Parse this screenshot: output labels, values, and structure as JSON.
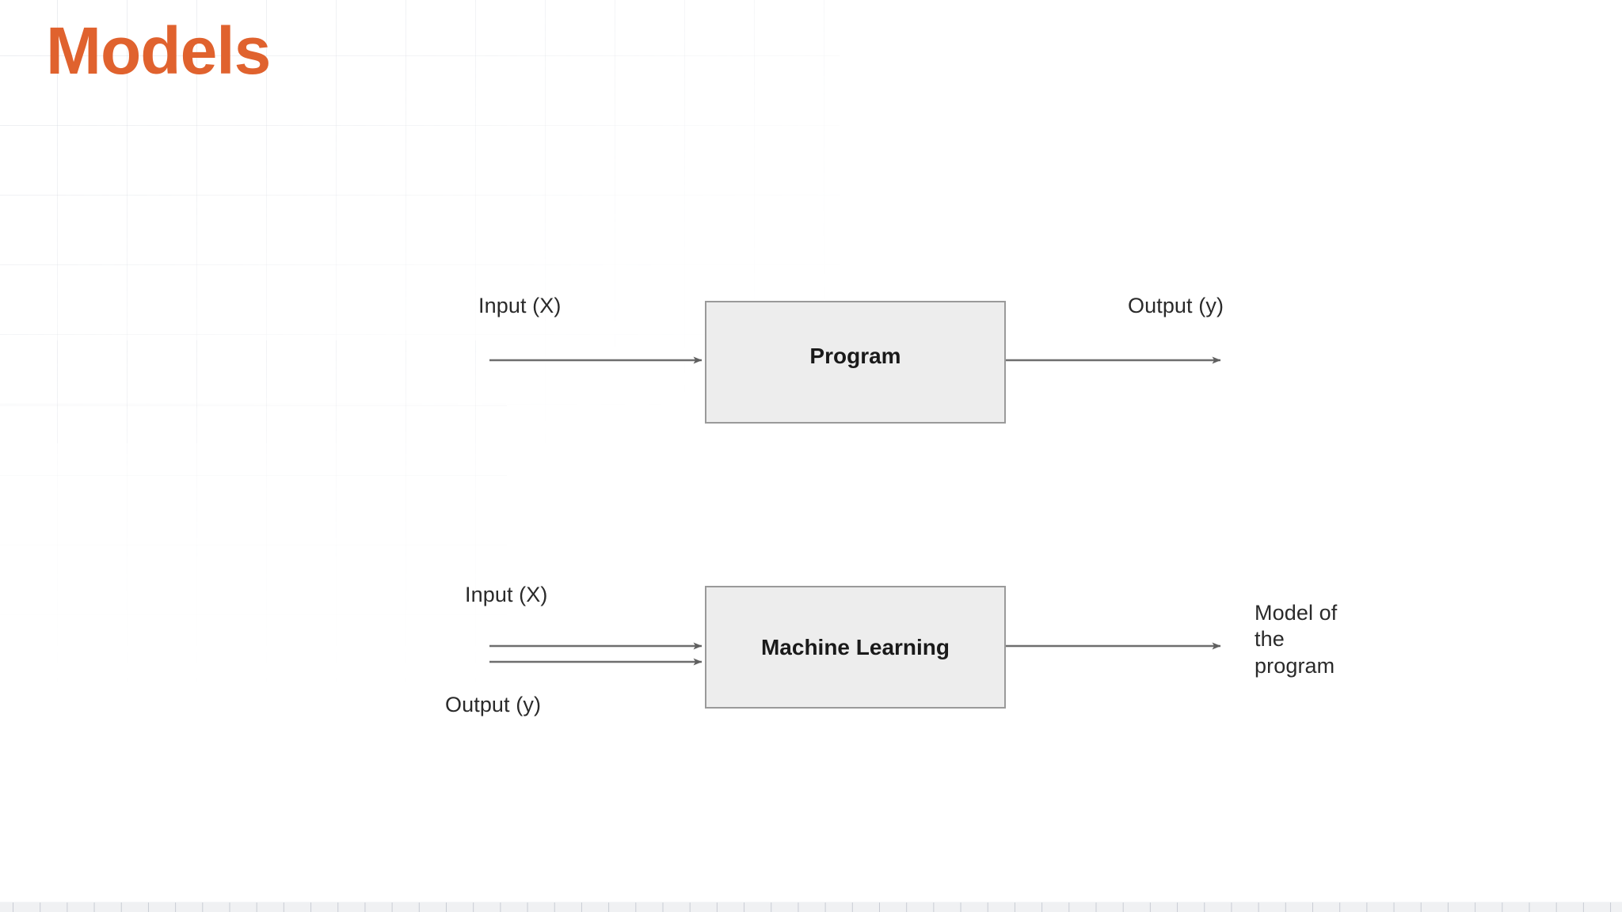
{
  "slide": {
    "title": "Models",
    "title_color": "#E0622E",
    "background_color": "#FFFFFF"
  },
  "diagrams": [
    {
      "id": "traditional-programming",
      "box": {
        "label": "Program",
        "fill_color": "#EDEDED",
        "border_color": "#9A9A9A"
      },
      "inputs": [
        {
          "label": "Input (X)"
        }
      ],
      "outputs": [
        {
          "label": "Output (y)"
        }
      ]
    },
    {
      "id": "machine-learning",
      "box": {
        "label": "Machine\nLearning",
        "line1": "Machine",
        "line2": "Learning",
        "fill_color": "#EDEDED",
        "border_color": "#9A9A9A"
      },
      "inputs": [
        {
          "label": "Input (X)"
        },
        {
          "label": "Output (y)"
        }
      ],
      "outputs": [
        {
          "label": "Model of\nthe\nprogram"
        }
      ]
    }
  ],
  "arrow_color": "#6E6E6E"
}
